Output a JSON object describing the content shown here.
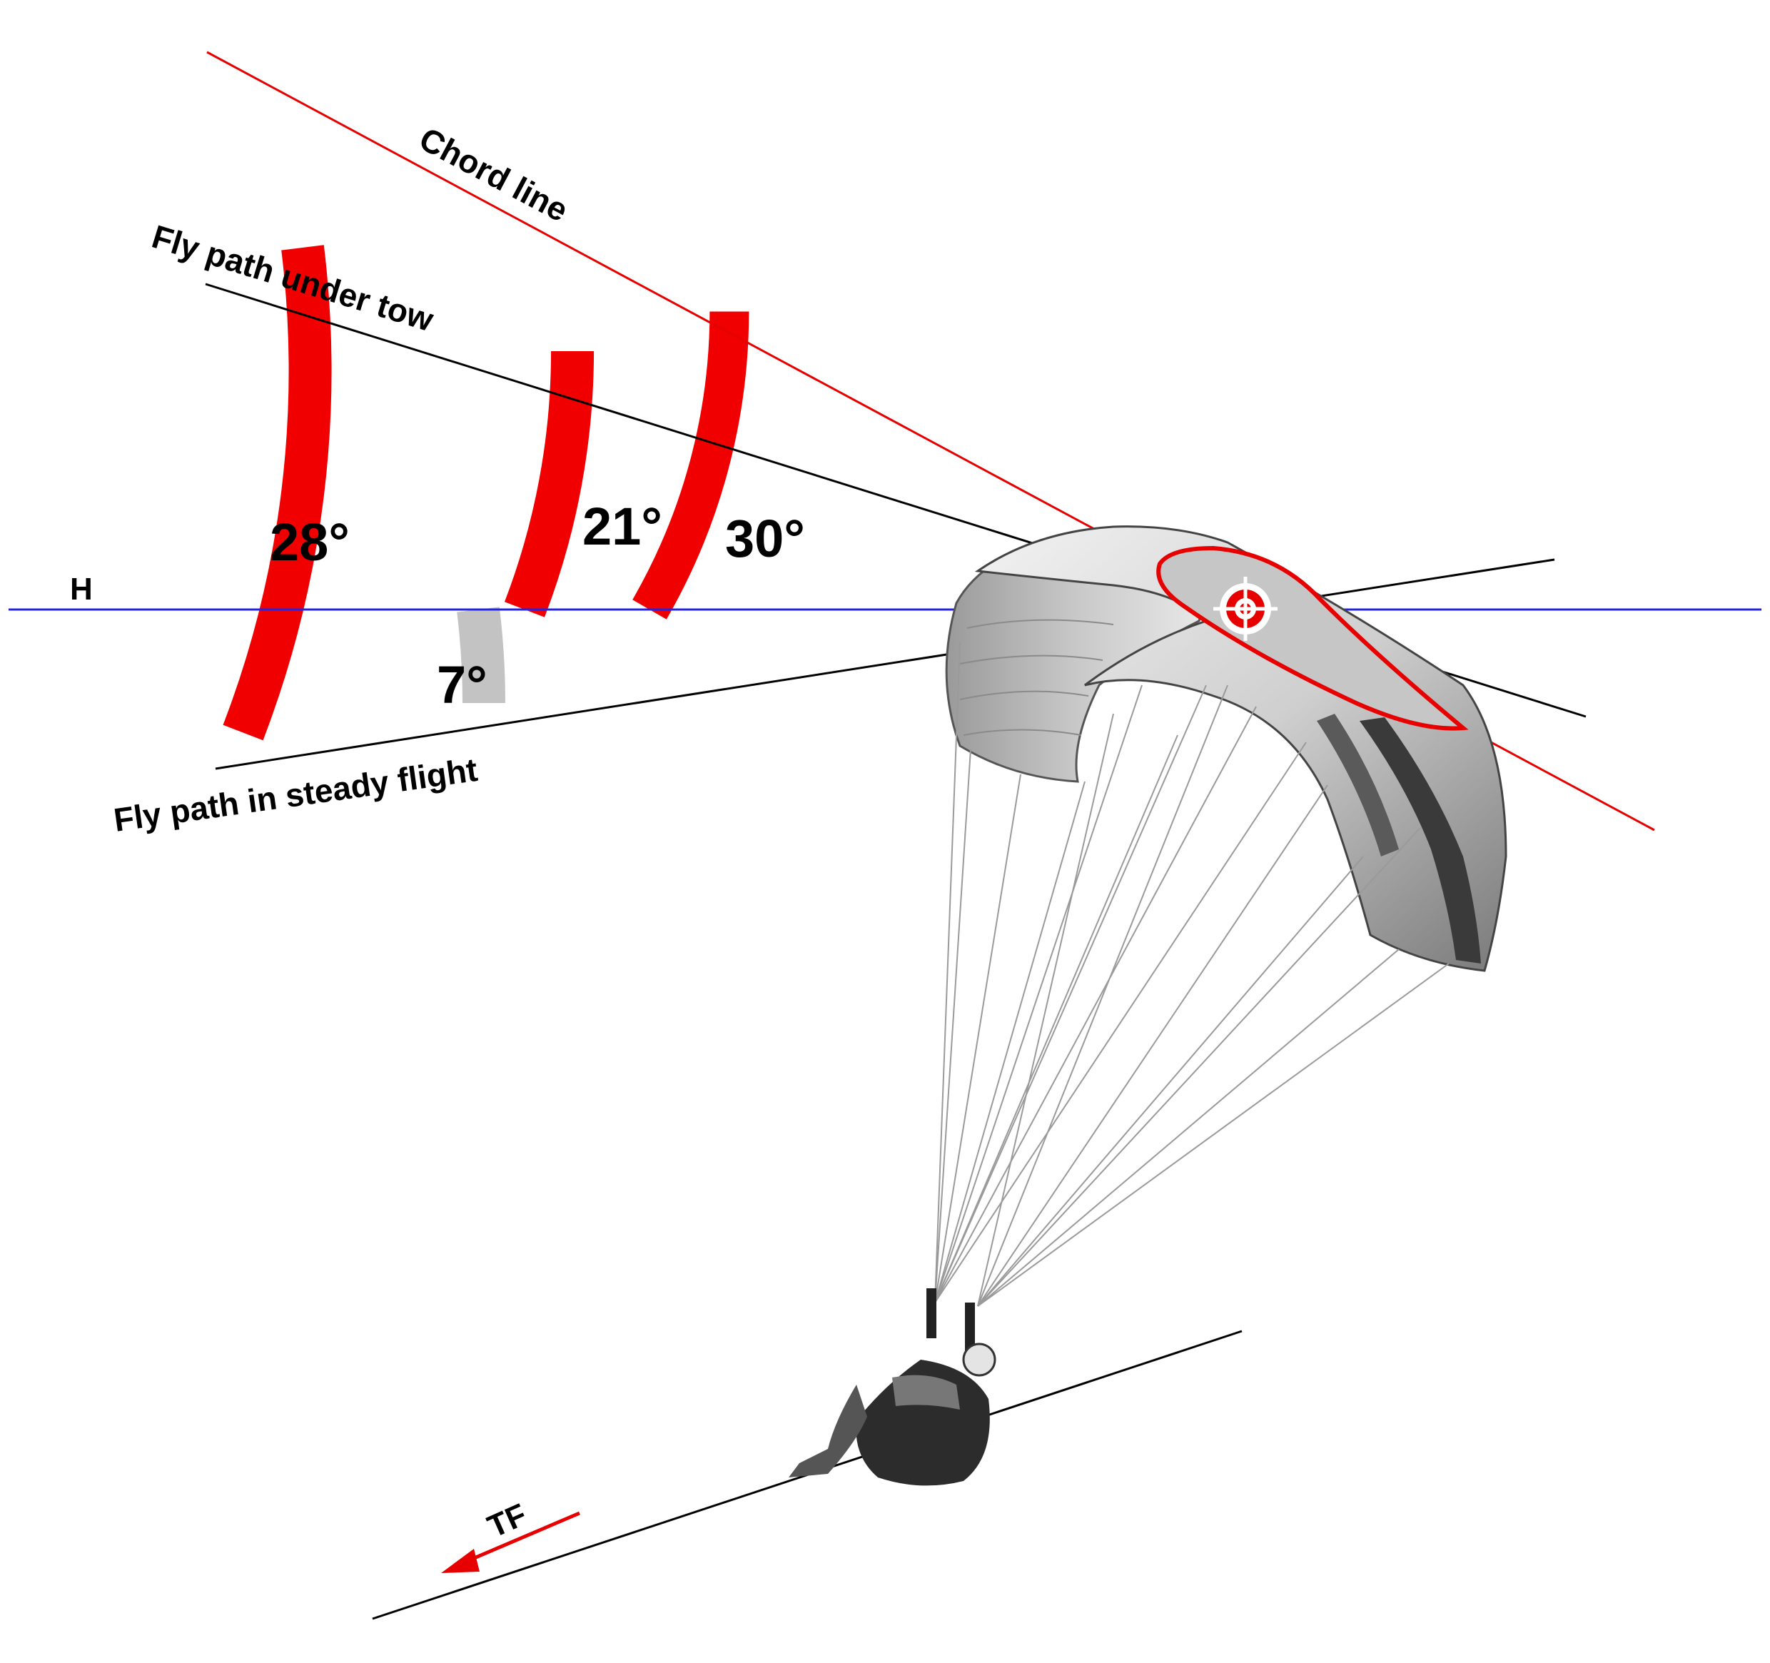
{
  "labels": {
    "chord_line": "Chord line",
    "fly_path_tow": "Fly path under tow",
    "fly_path_steady": "Fly path in steady flight",
    "horizontal": "H",
    "tow_force": "TF"
  },
  "angles": [
    {
      "id": "angle-28",
      "label": "28°",
      "value": 28,
      "color": "#f00000"
    },
    {
      "id": "angle-21",
      "label": "21°",
      "value": 21,
      "color": "#f00000"
    },
    {
      "id": "angle-30",
      "label": "30°",
      "value": 30,
      "color": "#f00000"
    },
    {
      "id": "angle-7",
      "label": "7°",
      "value": 7,
      "color": "#c3c3c3"
    }
  ],
  "colors": {
    "horizontal_line": "#2323e6",
    "chord_line": "#e60000",
    "fly_paths": "#000000",
    "arc_red": "#f00000",
    "arc_grey": "#c3c3c3",
    "tow_arrow": "#e60000",
    "target_marker": "#e60000"
  },
  "icons": {
    "target": "crosshair-target-icon",
    "tow_arrow": "arrow-left-down-icon",
    "canopy": "paraglider-canopy",
    "pilot": "paraglider-pilot"
  }
}
